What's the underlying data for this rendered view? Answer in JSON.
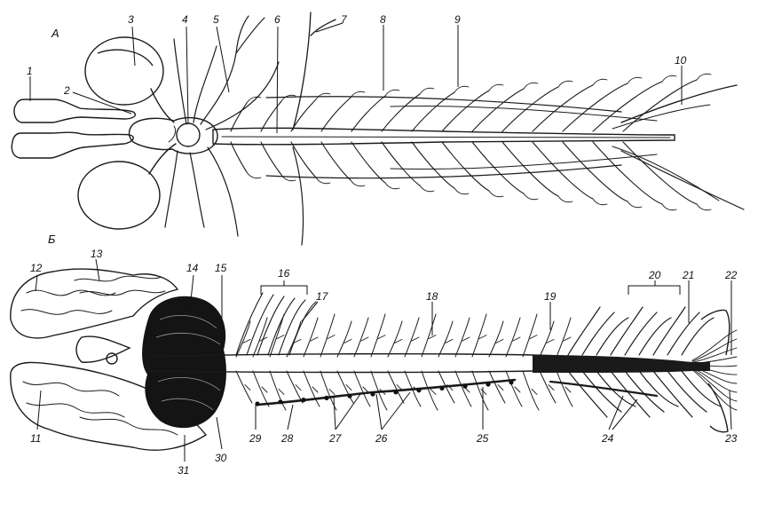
{
  "panels": {
    "top": "А",
    "bottom": "Б"
  },
  "labels_top": [
    "1",
    "2",
    "3",
    "4",
    "5",
    "6",
    "7",
    "8",
    "9",
    "10"
  ],
  "labels_bottom": [
    "11",
    "12",
    "13",
    "14",
    "15",
    "16",
    "17",
    "18",
    "19",
    "20",
    "21",
    "22",
    "23",
    "24",
    "25",
    "26",
    "27",
    "28",
    "29",
    "30",
    "31"
  ]
}
